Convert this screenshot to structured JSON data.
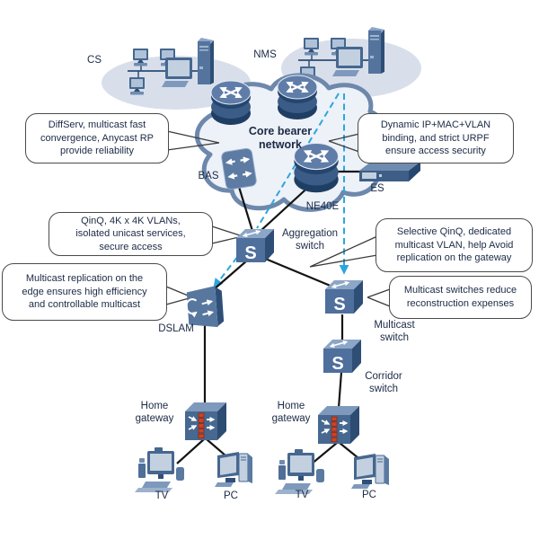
{
  "colors": {
    "device_blue": "#4F6F9C",
    "device_dark": "#2E4E76",
    "device_light": "#8BA6C7",
    "cloud_fill": "#EDF1F8",
    "cloud_border": "#6D88AB",
    "ellipse_fill": "#D8DFEB",
    "dashed_link": "#2BA7DD",
    "gateway_filter_red": "#D2421F",
    "link_black": "#141414",
    "text": "#1B2A45"
  },
  "icons": {
    "switch_letter": "S"
  },
  "labels": {
    "cs": "CS",
    "nms": "NMS",
    "core_network": "Core bearer\nnetwork",
    "bas": "BAS",
    "ne40e": "NE40E",
    "es": "ES",
    "aggregation_switch": "Aggregation\nswitch",
    "dslam": "DSLAM",
    "multicast_switch": "Multicast\nswitch",
    "corridor_switch": "Corridor\nswitch",
    "home_gateway_left": "Home\ngateway",
    "home_gateway_right": "Home\ngateway",
    "tv_left": "TV",
    "pc_left": "PC",
    "tv_right": "TV",
    "pc_right": "PC"
  },
  "callouts": [
    {
      "name": "core-reliability",
      "text": "DiffServ, multicast fast\nconvergence, Anycast RP\nprovide reliability"
    },
    {
      "name": "access-security",
      "text": "Dynamic IP+MAC+VLAN\nbinding, and strict URPF\nensure access security"
    },
    {
      "name": "aggregation-qinq",
      "text": "QinQ, 4K x 4K VLANs,\nisolated unicast services,\nsecure access"
    },
    {
      "name": "edge-replication",
      "text": "Multicast replication on the\nedge ensures high efficiency\nand controllable multicast"
    },
    {
      "name": "selective-qinq",
      "text": "Selective QinQ, dedicated\nmulticast VLAN, help Avoid\nreplication on the gateway"
    },
    {
      "name": "multicast-switch-benefit",
      "text": "Multicast switches reduce\nreconstruction expenses"
    }
  ]
}
